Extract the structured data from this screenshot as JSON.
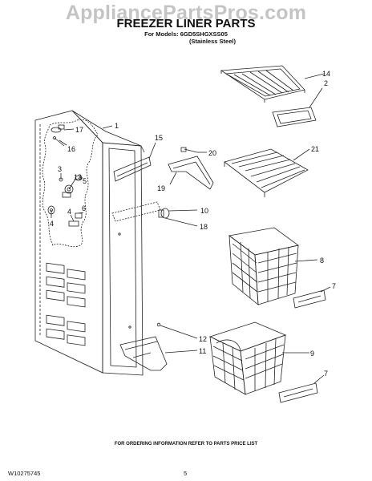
{
  "watermark": "AppliancePartsPros.com",
  "title": "FREEZER LINER PARTS",
  "models_line": "For Models: 6GD5SHGXSS05",
  "models_sub": "(Stainless Steel)",
  "footer_note": "FOR ORDERING INFORMATION REFER TO PARTS PRICE LIST",
  "doc_number": "W10275745",
  "page_number": "5",
  "callouts": [
    "1",
    "2",
    "3",
    "4",
    "4",
    "5",
    "6",
    "7",
    "7",
    "8",
    "9",
    "10",
    "11",
    "12",
    "13",
    "14",
    "15",
    "16",
    "17",
    "18",
    "19",
    "20",
    "21"
  ]
}
